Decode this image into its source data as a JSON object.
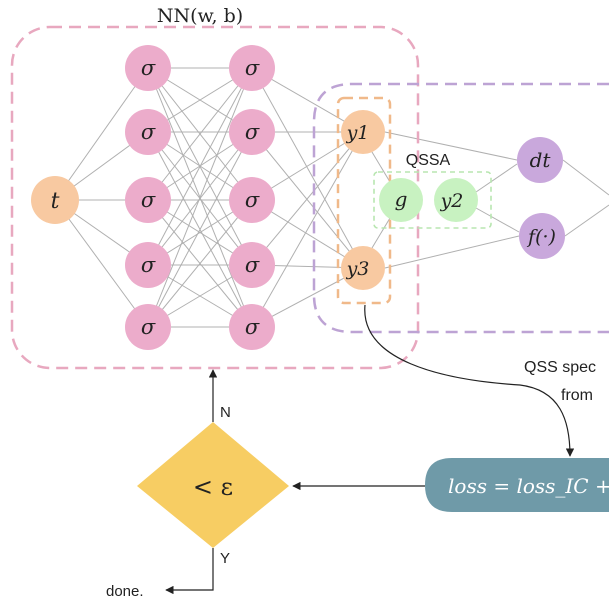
{
  "nn_box": {
    "title": "NN(w, b)"
  },
  "input": {
    "label": "t"
  },
  "hidden_layer_1": {
    "labels": [
      "σ",
      "σ",
      "σ",
      "σ",
      "σ"
    ]
  },
  "hidden_layer_2": {
    "labels": [
      "σ",
      "σ",
      "σ",
      "σ",
      "σ"
    ]
  },
  "outputs": {
    "y1": "y1",
    "y3": "y3"
  },
  "qssa": {
    "title": "QSSA",
    "g": "g",
    "y2": "y2"
  },
  "ops": {
    "dt": "dt",
    "f": "f(·)"
  },
  "qss_note": {
    "line1": "QSS spec",
    "line2": "from"
  },
  "loss": {
    "label": "loss = loss_IC +"
  },
  "decision": {
    "label": "< ε",
    "no": "N",
    "yes": "Y"
  },
  "done": {
    "label": "done."
  },
  "colors": {
    "input_fill": "#f8c9a1",
    "sigma_fill": "#ecaccb",
    "y_fill": "#f8c9a1",
    "qssa_fill": "#c8f2c1",
    "op_fill": "#c9a8dc",
    "loss_fill": "#6f9aa8",
    "decision_fill": "#f7cd63",
    "nn_border": "#e8a8bf",
    "outer_border": "#bda3d4",
    "y_border": "#f0b98a",
    "qssa_border": "#b8e6b0",
    "edge": "#b0b0b0"
  }
}
